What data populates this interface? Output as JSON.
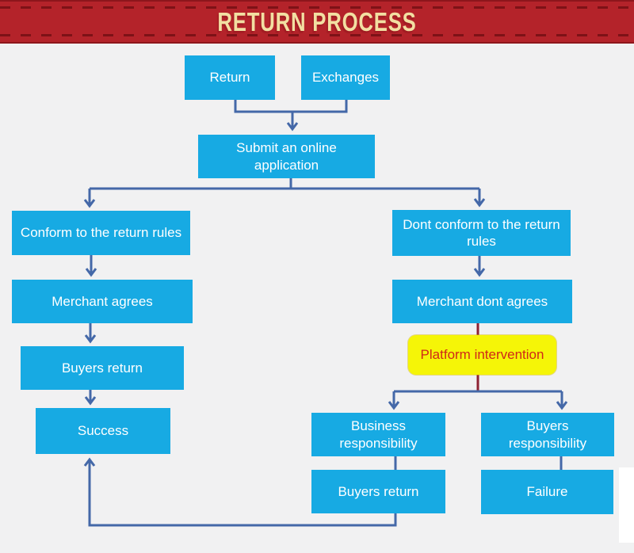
{
  "header": {
    "title": "RETURN PROCESS"
  },
  "colors": {
    "banner_red": "#b4232a",
    "stitch_red": "#7d1217",
    "banner_text": "#f2dfa2",
    "node_cyan": "#17aae3",
    "node_text": "#ffffff",
    "connector_blue": "#4468a8",
    "connector_maroon": "#8e2132",
    "highlight_yellow": "#f5f507",
    "highlight_text_red": "#d02818",
    "background": "#f1f1f2"
  },
  "nodes": {
    "return": {
      "label": "Return"
    },
    "exchanges": {
      "label": "Exchanges"
    },
    "submit": {
      "label": "Submit an online application"
    },
    "conform": {
      "label": "Conform to the return rules"
    },
    "merchant_agrees": {
      "label": "Merchant agrees"
    },
    "buyers_return_left": {
      "label": "Buyers return"
    },
    "success": {
      "label": "Success"
    },
    "dont_conform": {
      "label": "Dont conform to the return rules"
    },
    "merchant_dont_agrees": {
      "label": "Merchant dont agrees"
    },
    "platform_intervention": {
      "label": "Platform intervention"
    },
    "business_responsibility": {
      "label": "Business responsibility"
    },
    "buyers_responsibility": {
      "label": "Buyers responsibility"
    },
    "buyers_return_right": {
      "label": "Buyers return"
    },
    "failure": {
      "label": "Failure"
    }
  }
}
